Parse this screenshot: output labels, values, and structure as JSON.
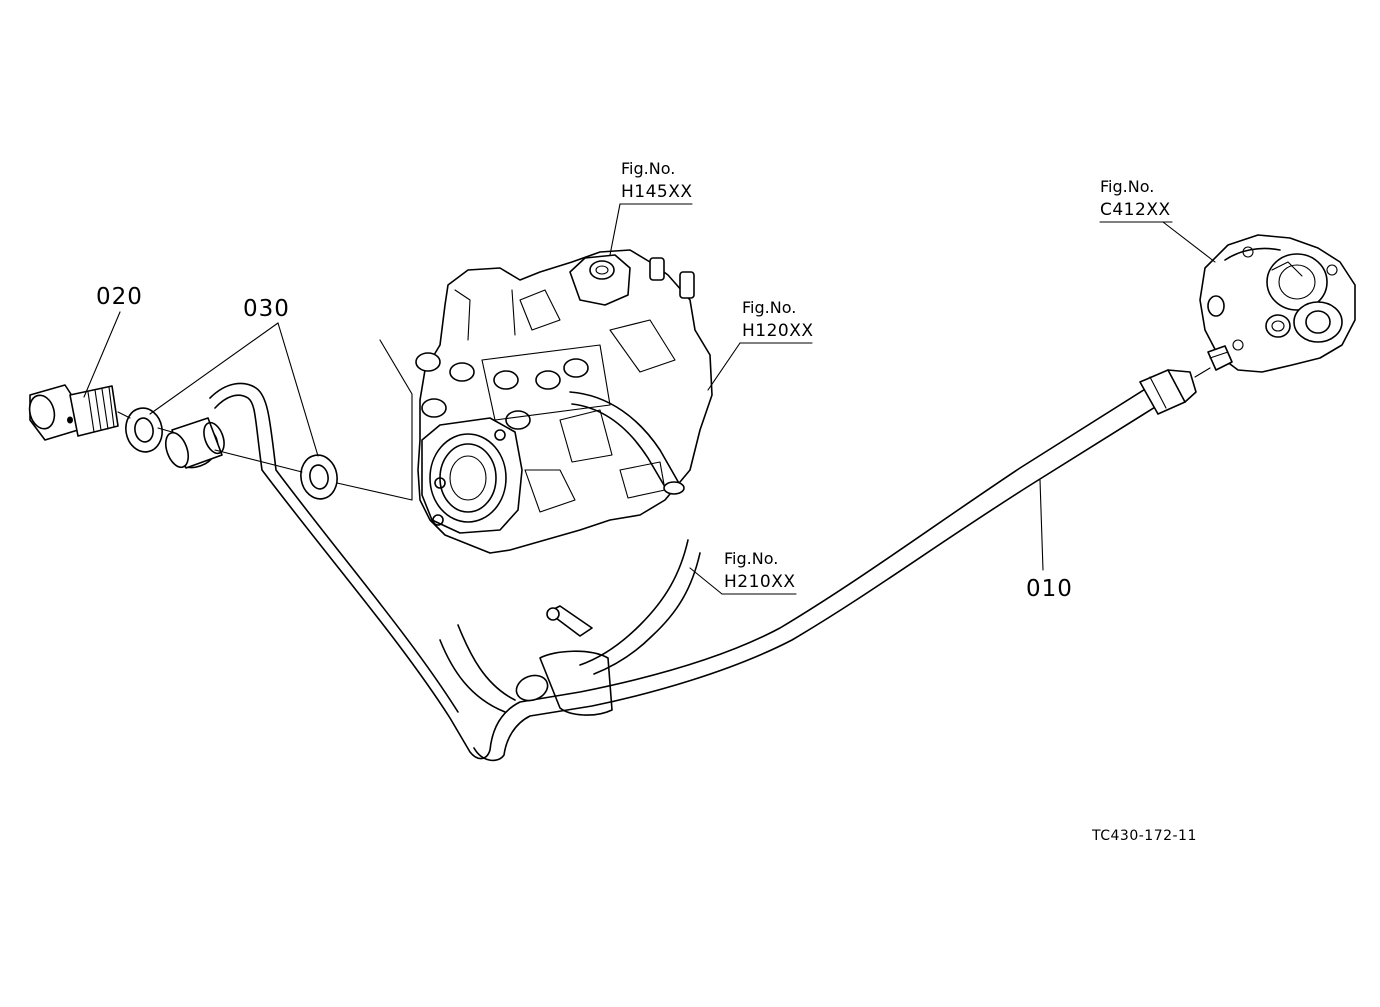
{
  "callouts": {
    "part_010": "010",
    "part_020": "020",
    "part_030": "030"
  },
  "figure_refs": [
    {
      "prefix": "Fig.No.",
      "code": "H145XX"
    },
    {
      "prefix": "Fig.No.",
      "code": "H120XX"
    },
    {
      "prefix": "Fig.No.",
      "code": "C412XX"
    },
    {
      "prefix": "Fig.No.",
      "code": "H210XX"
    }
  ],
  "drawing_id": "TC430-172-11"
}
